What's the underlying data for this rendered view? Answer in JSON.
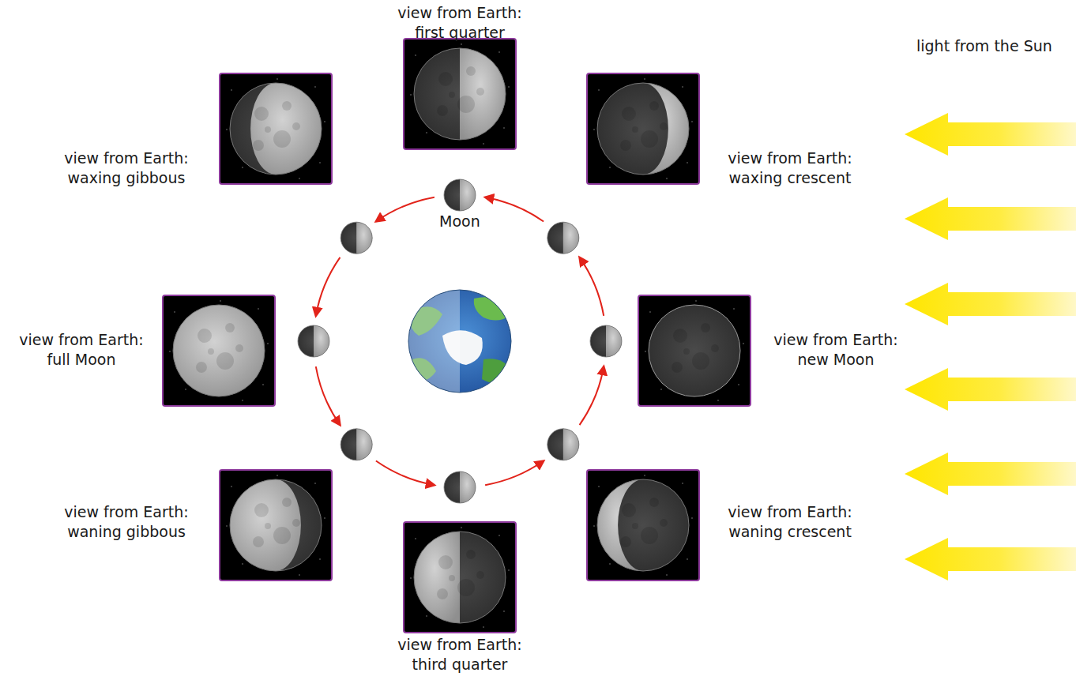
{
  "diagram": {
    "nodes": [
      {
        "text": [
          "view from Earth: first quarter"
        ]
      },
      {
        "text": [
          "view from Earth: waxing gibbous"
        ]
      },
      {
        "text": [
          "view from Earth: waxing crescent"
        ]
      },
      {
        "text": [
          "view from Earth: full Moon"
        ]
      },
      {
        "text": [
          "view from Earth: new Moon"
        ]
      },
      {
        "text": [
          "view from Earth: waning gibbous"
        ]
      },
      {
        "text": [
          "view from Earth: waning crescent"
        ]
      },
      {
        "text": [
          "view from Earth: third quarter"
        ]
      }
    ],
    "labels": [
      "Moon",
      "light from the Sun"
    ]
  }
}
